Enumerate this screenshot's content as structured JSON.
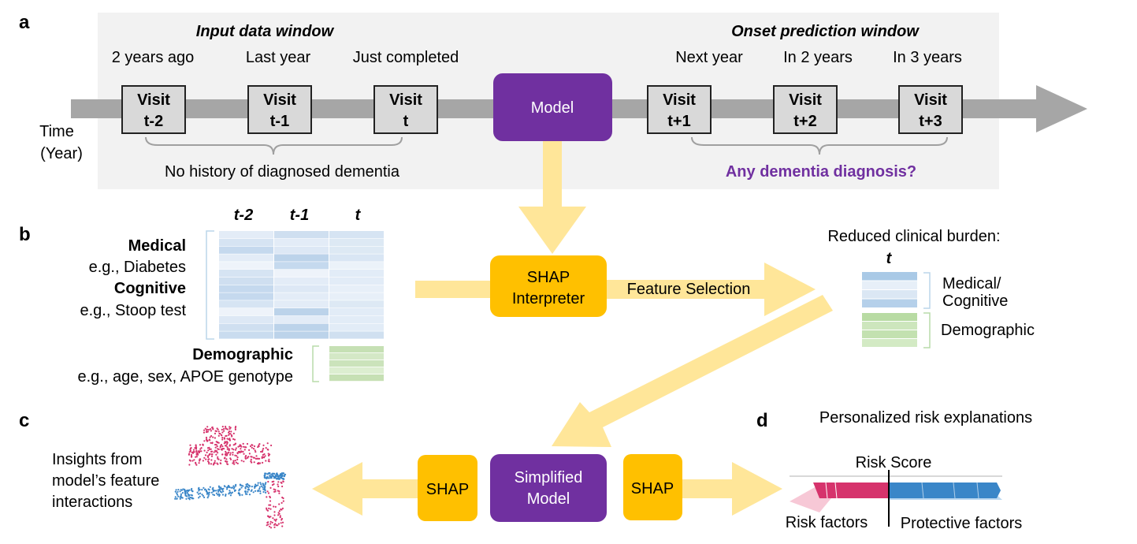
{
  "panels": {
    "a": "a",
    "b": "b",
    "c": "c",
    "d": "d"
  },
  "colors": {
    "background_box": "#f2f2f2",
    "timeline": "#a6a6a6",
    "visit_fill": "#d9d9d9",
    "model_purple": "#7030a0",
    "shap_yellow": "#ffc000",
    "flow_arrow": "#ffe699",
    "medical_blue": "#bdd7ee",
    "demographic_green": "#c6e0b4",
    "risk_red": "#d6336c",
    "protective_blue": "#3a86c8"
  },
  "timeline": {
    "input_window": "Input data window",
    "onset_window": "Onset prediction window",
    "time_label_1": "Time",
    "time_label_2": "(Year)",
    "past_labels": [
      "2 years ago",
      "Last year",
      "Just completed"
    ],
    "future_labels": [
      "Next year",
      "In 2 years",
      "In 3 years"
    ],
    "visits": [
      {
        "line1": "Visit",
        "line2": "t-2"
      },
      {
        "line1": "Visit",
        "line2": "t-1"
      },
      {
        "line1": "Visit",
        "line2": "t"
      },
      {
        "line1": "Visit",
        "line2": "t+1"
      },
      {
        "line1": "Visit",
        "line2": "t+2"
      },
      {
        "line1": "Visit",
        "line2": "t+3"
      }
    ],
    "model": "Model",
    "no_history": "No history of diagnosed dementia",
    "diagnosis_question": "Any dementia diagnosis?"
  },
  "features": {
    "col_headers": [
      "t-2",
      "t-1",
      "t"
    ],
    "medical_title": "Medical",
    "medical_example": "e.g., Diabetes",
    "cognitive_title": "Cognitive",
    "cognitive_example": "e.g., Stoop test",
    "demographic_title": "Demographic",
    "demographic_example": "e.g., age, sex, APOE genotype"
  },
  "shap_interpreter": {
    "line1": "SHAP",
    "line2": "Interpreter"
  },
  "feature_selection": "Feature Selection",
  "reduced": {
    "title": "Reduced clinical burden:",
    "col_header": "t",
    "medical_cognitive_1": "Medical/",
    "medical_cognitive_2": "Cognitive",
    "demographic": "Demographic"
  },
  "simplified": {
    "shap_left": "SHAP",
    "shap_right": "SHAP",
    "model_line1": "Simplified",
    "model_line2": "Model"
  },
  "insights": {
    "line1": "Insights from",
    "line2": "model’s feature",
    "line3": "interactions"
  },
  "personalized": {
    "title": "Personalized risk explanations",
    "risk_score": "Risk Score",
    "risk_factors": "Risk factors",
    "protective_factors": "Protective factors"
  }
}
